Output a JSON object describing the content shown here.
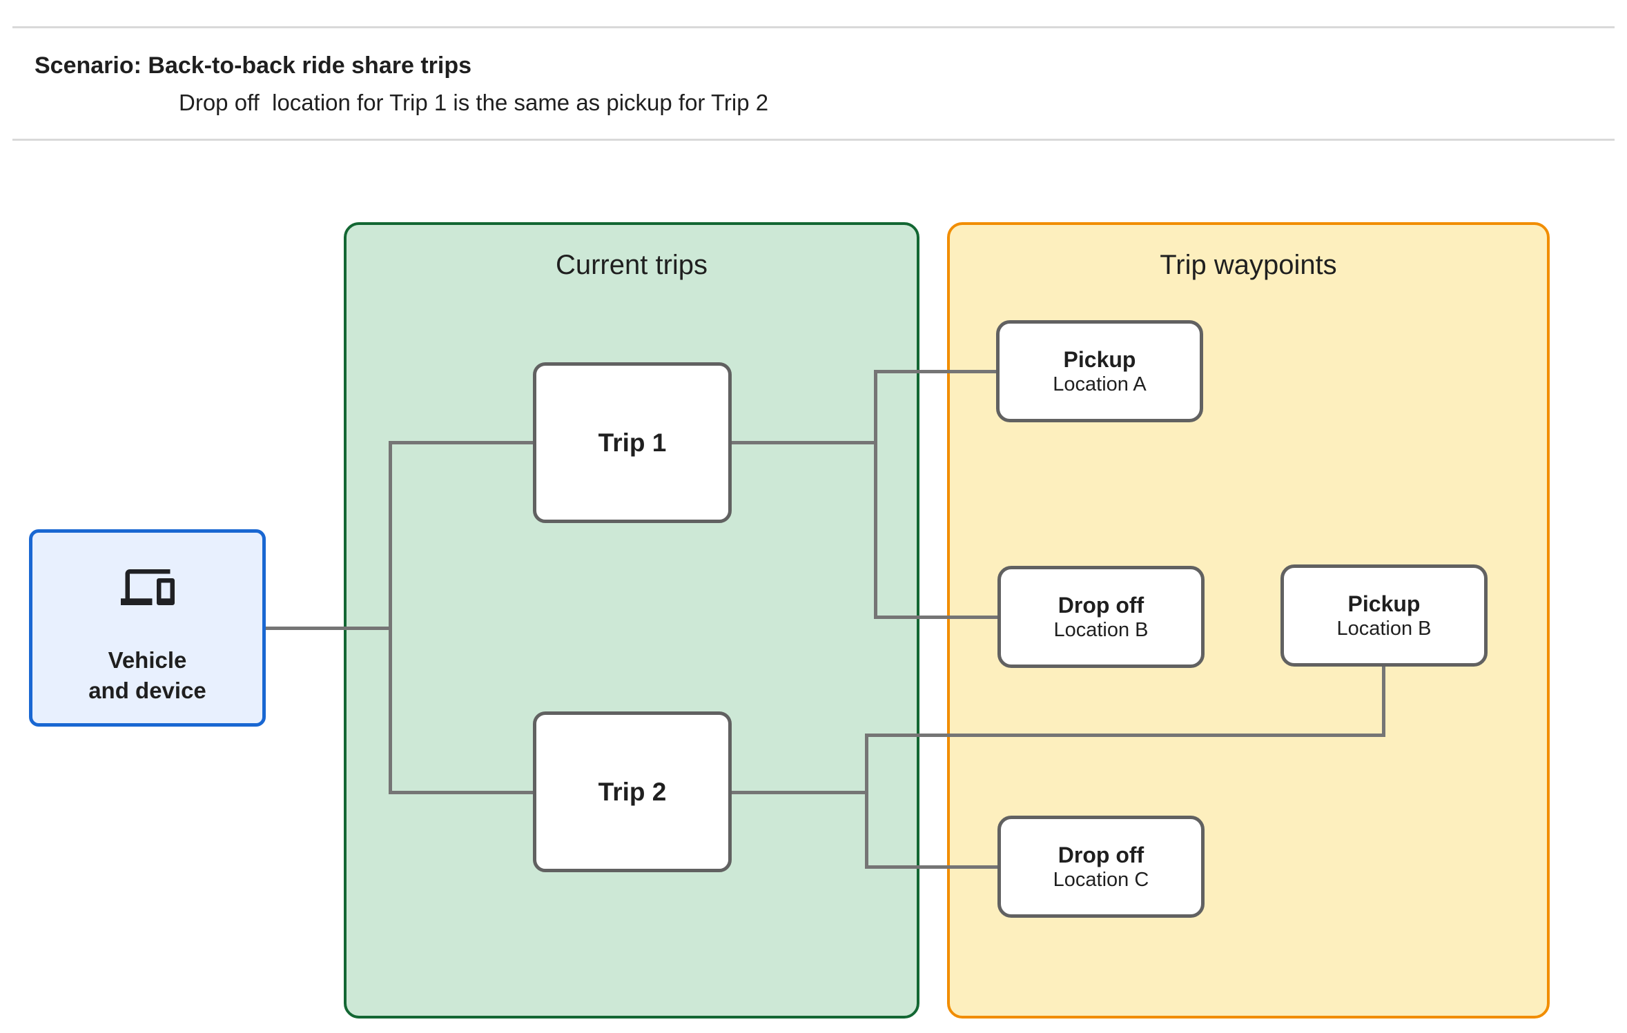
{
  "header": {
    "title": "Scenario: Back-to-back ride share trips",
    "subtitle": "Drop off  location for Trip 1 is the same as pickup for Trip 2"
  },
  "vehicle_node": {
    "icon": "devices-icon",
    "label_line1": "Vehicle",
    "label_line2": "and device"
  },
  "panels": {
    "current_trips": {
      "title": "Current trips",
      "nodes": [
        {
          "id": "trip1",
          "label": "Trip 1"
        },
        {
          "id": "trip2",
          "label": "Trip 2"
        }
      ]
    },
    "trip_waypoints": {
      "title": "Trip waypoints",
      "nodes": [
        {
          "id": "pickup-a",
          "title": "Pickup",
          "subtitle": "Location A"
        },
        {
          "id": "dropoff-b",
          "title": "Drop off",
          "subtitle": "Location B"
        },
        {
          "id": "pickup-b",
          "title": "Pickup",
          "subtitle": "Location B"
        },
        {
          "id": "dropoff-c",
          "title": "Drop off",
          "subtitle": "Location C"
        }
      ]
    }
  },
  "colors": {
    "current_trips_fill": "#cde8d6",
    "current_trips_border": "#136733",
    "trip_waypoints_fill": "#fdefbe",
    "trip_waypoints_border": "#f18d00",
    "vehicle_fill": "#e8f0fe",
    "vehicle_border": "#1967d2",
    "node_border": "#616161",
    "connector": "#757575",
    "divider": "#d9d9d9",
    "text": "#1f1f1f"
  }
}
